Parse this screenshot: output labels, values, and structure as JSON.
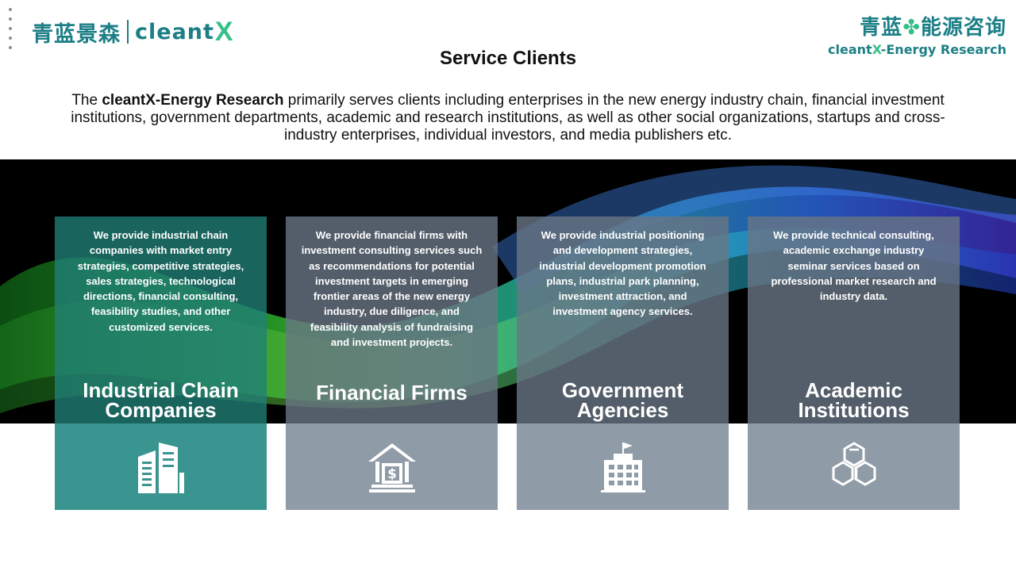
{
  "header": {
    "logo_left_cn": "青蓝景森",
    "logo_left_en": "cleant",
    "logo_left_x": "X",
    "logo_right_cn_a": "青蓝",
    "logo_right_cn_b": "能源咨询",
    "logo_right_en_a": "cleant",
    "logo_right_en_x": "X",
    "logo_right_en_b": "-Energy Research"
  },
  "title": "Service Clients",
  "intro": {
    "prefix": "The ",
    "brand": "cleantX-Energy Research",
    "text": " primarily serves clients including enterprises in the new energy industry chain, financial investment institutions, government departments, academic and research institutions, as well as other social organizations, startups and cross-industry enterprises, individual investors, and media publishers etc."
  },
  "cards": [
    {
      "name": "Industrial Chain Companies",
      "description": "We provide industrial chain companies with market entry strategies, competitive strategies, sales strategies, technological directions, financial consulting, feasibility studies, and other customized services.",
      "icon": "buildings-icon"
    },
    {
      "name": "Financial Firms",
      "description": "We provide financial firms with investment consulting services such as recommendations for potential investment targets in emerging frontier areas of the new energy industry, due diligence, and feasibility analysis of fundraising and investment projects.",
      "icon": "bank-icon"
    },
    {
      "name": "Government Agencies",
      "description": "We provide industrial positioning and development strategies, industrial development promotion plans, industrial park planning, investment attraction, and investment agency services.",
      "icon": "government-building-icon"
    },
    {
      "name": "Academic Institutions",
      "description": "We provide technical consulting, academic exchange industry seminar services based on professional market research and industry data.",
      "icon": "molecule-icon"
    }
  ],
  "colors": {
    "brand_teal": "#1d7f86",
    "brand_green": "#35c08a",
    "card1_lower": "#3a948f",
    "card_gray_lower": "#8f9ba6"
  }
}
